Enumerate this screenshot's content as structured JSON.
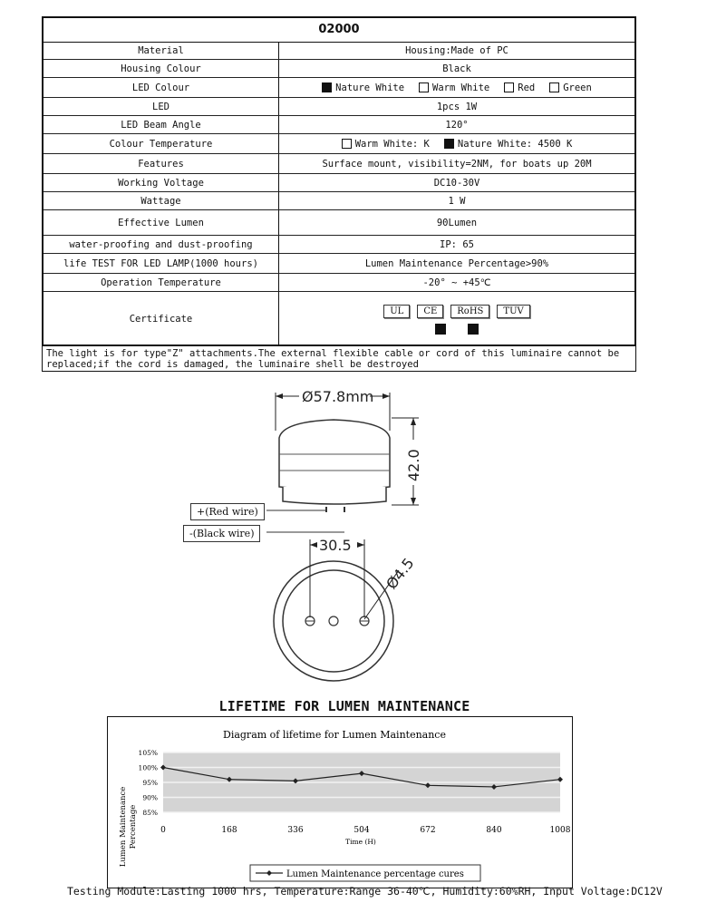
{
  "spec": {
    "title": "02000",
    "rows": [
      {
        "label": "Material",
        "value": "Housing:Made of PC"
      },
      {
        "label": "Housing Colour",
        "value": "Black"
      },
      {
        "label": "LED Colour",
        "options": [
          {
            "text": "Nature White",
            "checked": true
          },
          {
            "text": "Warm White",
            "checked": false
          },
          {
            "text": "Red",
            "checked": false
          },
          {
            "text": "Green",
            "checked": false
          }
        ]
      },
      {
        "label": "LED",
        "value": "1pcs 1W"
      },
      {
        "label": "LED Beam Angle",
        "value": "120°"
      },
      {
        "label": "Colour Temperature",
        "options": [
          {
            "text": "Warm White:  K",
            "checked": false
          },
          {
            "text": "Nature White: 4500 K",
            "checked": true
          }
        ]
      },
      {
        "label": "Features",
        "value": "Surface mount, visibility=2NM, for boats up 20M"
      },
      {
        "label": "Working Voltage",
        "value": "DC10-30V"
      },
      {
        "label": "Wattage",
        "value": "1 W"
      },
      {
        "label": "Effective Lumen",
        "value": "90Lumen"
      },
      {
        "label": "water-proofing and dust-proofing",
        "value": "IP: 65"
      },
      {
        "label": "life TEST FOR LED LAMP(1000 hours)",
        "value": "Lumen Maintenance Percentage>90%"
      },
      {
        "label": "Operation Temperature",
        "value": "-20° ~ +45℃"
      },
      {
        "label": "Certificate",
        "certs": [
          "UL",
          "CE",
          "RoHS",
          "TUV"
        ]
      }
    ],
    "note": "The light is for type\"Z\" attachments.The external flexible cable or cord of this luminaire cannot be replaced;if the cord is damaged, the  luminaire shell be destroyed"
  },
  "drawing": {
    "diameter": "Ø57.8mm",
    "height": "42.0",
    "red_wire": "+(Red wire)",
    "black_wire": "-(Black wire)",
    "hole_spacing": "30.5",
    "hole_diameter": "Ø4.5"
  },
  "lifetime_title": "LIFETIME FOR LUMEN MAINTENANCE",
  "chart_data": {
    "type": "line",
    "title": "Diagram of lifetime for Lumen Maintenance",
    "xlabel": "Time (H)",
    "ylabel": "Lumen Maintenance Percentage",
    "x_ticks": [
      "0",
      "168",
      "336",
      "504",
      "672",
      "840",
      "1008"
    ],
    "y_ticks": [
      "105%",
      "100%",
      "95%",
      "90%",
      "85%"
    ],
    "ylim": [
      85,
      105
    ],
    "xlim": [
      0,
      1008
    ],
    "x": [
      0,
      168,
      336,
      504,
      672,
      840,
      1008
    ],
    "series": [
      {
        "name": "Lumen Maintenance percentage cures",
        "values": [
          100,
          96,
          95.5,
          98,
          94,
          93.5,
          96
        ]
      }
    ],
    "grid": true,
    "legend": "bottom"
  },
  "testing": "Testing Module:Lasting 1000 hrs, Temperature:Range 36-40℃, Humidity:60%RH, Input Voltage:DC12V"
}
